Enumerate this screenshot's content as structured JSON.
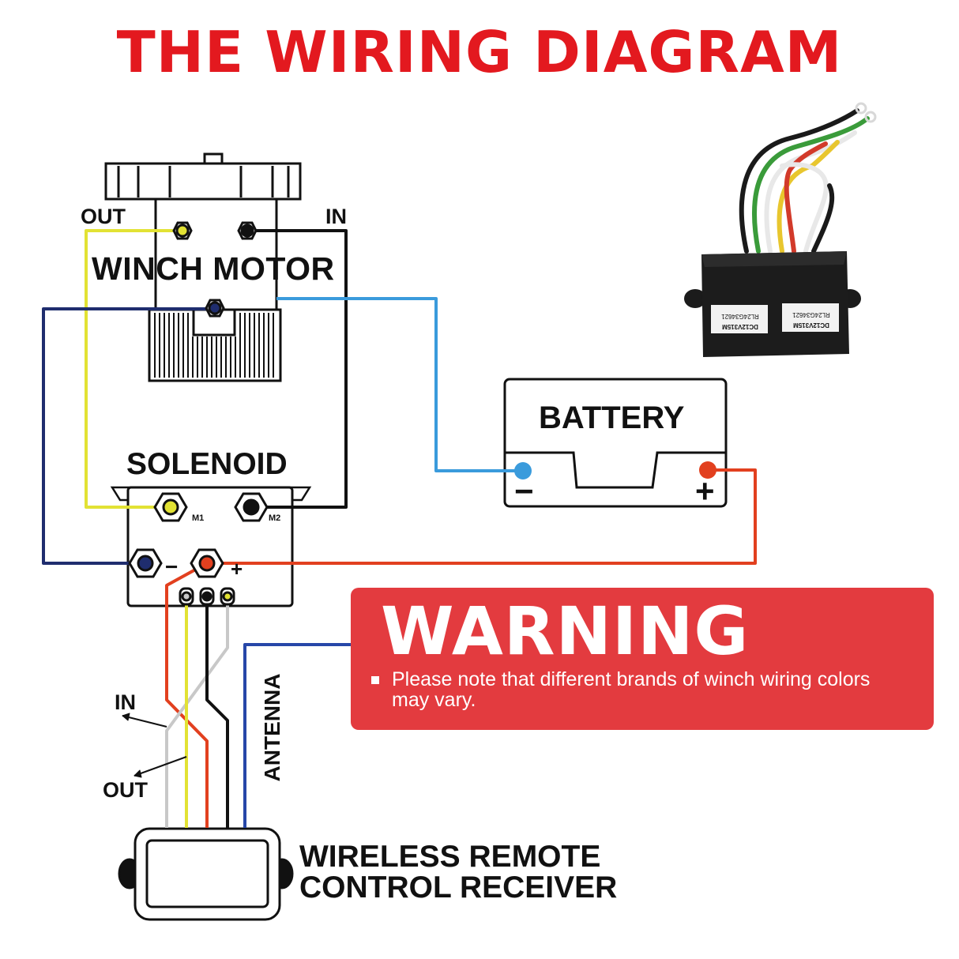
{
  "title": "THE WIRING DIAGRAM",
  "labels": {
    "out_top": "OUT",
    "in_top": "IN",
    "winch_motor": "WINCH MOTOR",
    "solenoid": "SOLENOID",
    "m1": "M1",
    "m2": "M2",
    "solenoid_minus": "−",
    "solenoid_plus": "+",
    "battery": "BATTERY",
    "battery_minus": "−",
    "battery_plus": "+",
    "in_bottom": "IN",
    "out_bottom": "OUT",
    "antenna": "ANTENNA",
    "receiver_line1": "WIRELESS REMOTE",
    "receiver_line2": "CONTROL RECEIVER",
    "product_label": "DC12V315M",
    "product_code": "RL24G34621"
  },
  "warning": {
    "heading": "WARNING",
    "note": "Please note that different brands of winch wiring colors may vary."
  },
  "colors": {
    "title_red": "#e3191f",
    "warning_red": "#e33b3f",
    "wire_yellow": "#e2e234",
    "wire_black": "#111111",
    "wire_navy": "#1f2d6e",
    "wire_lightblue": "#3a9bdc",
    "wire_red": "#e2401f",
    "wire_gray": "#c8c8c8",
    "wire_antenna": "#2747a8"
  }
}
